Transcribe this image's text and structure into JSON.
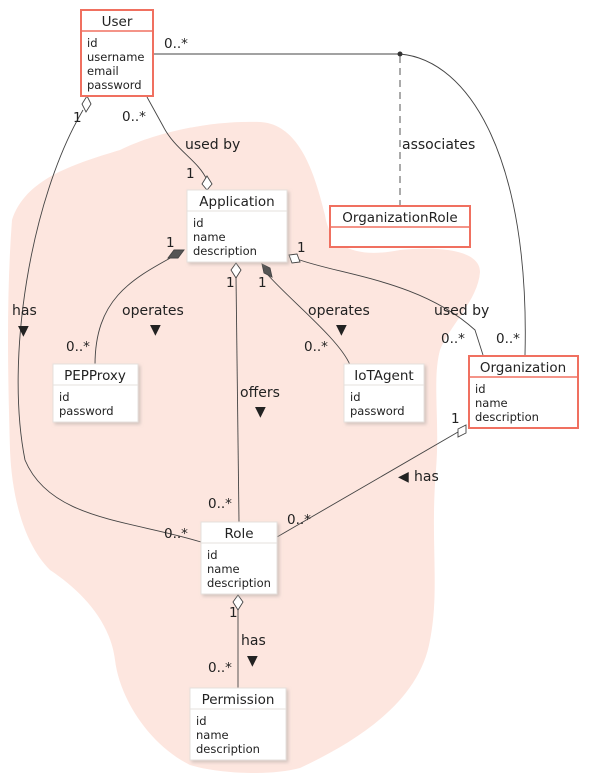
{
  "classes": {
    "user": {
      "name": "User",
      "attributes": [
        "id",
        "username",
        "email",
        "password"
      ]
    },
    "application": {
      "name": "Application",
      "attributes": [
        "id",
        "name",
        "description"
      ]
    },
    "organization_role": {
      "name": "OrganizationRole",
      "attributes": []
    },
    "pep_proxy": {
      "name": "PEPProxy",
      "attributes": [
        "id",
        "password"
      ]
    },
    "iot_agent": {
      "name": "IoTAgent",
      "attributes": [
        "id",
        "password"
      ]
    },
    "organization": {
      "name": "Organization",
      "attributes": [
        "id",
        "name",
        "description"
      ]
    },
    "role": {
      "name": "Role",
      "attributes": [
        "id",
        "name",
        "description"
      ]
    },
    "permission": {
      "name": "Permission",
      "attributes": [
        "id",
        "name",
        "description"
      ]
    }
  },
  "labels": {
    "used_by_user": "used by",
    "associates": "associates",
    "has_user_role": "has",
    "operates_pep": "operates",
    "operates_iot": "operates",
    "used_by_org": "used by",
    "offers": "offers",
    "has_org_role": "has",
    "has_role_perm": "has"
  },
  "arrows": {
    "down": "▼",
    "left": "◀"
  },
  "multiplicities": {
    "user_org_user_end": "0..*",
    "user_app_user_end": "0..*",
    "user_app_app_end": "1",
    "user_role_user_end": "1",
    "user_role_role_end": "0..*",
    "app_pep_app_end": "1",
    "app_pep_pep_end": "0..*",
    "app_role_app_end": "1",
    "app_role_role_end": "0..*",
    "app_iot_app_end": "1",
    "app_iot_iot_end": "0..*",
    "app_org_app_end": "1",
    "app_org_org_end": "0..*",
    "user_org_org_end": "0..*",
    "org_role_org_end": "1",
    "org_role_role_end": "0..*",
    "role_perm_role_end": "1",
    "role_perm_perm_end": "0..*"
  },
  "colors": {
    "highlight_border": "#f07060",
    "background_blob": "#fde6df",
    "line": "#444444"
  }
}
